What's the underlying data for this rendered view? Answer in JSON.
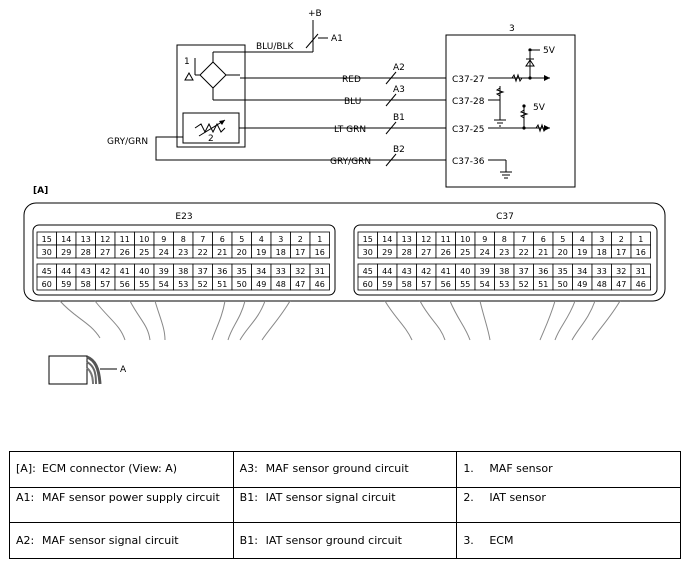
{
  "wires": {
    "plus_b": "+B",
    "blu_blk": "BLU/BLK",
    "a1": "A1",
    "red": "RED",
    "a2": "A2",
    "blu": "BLU",
    "a3": "A3",
    "lt_grn": "LT GRN",
    "b1": "B1",
    "gry_grn_left": "GRY/GRN",
    "gry_grn": "GRY/GRN",
    "b2": "B2"
  },
  "components": {
    "maf_num": "1",
    "iat_num": "2",
    "ecm_num": "3"
  },
  "terminals": {
    "c37_27": "C37-27",
    "c37_28": "C37-28",
    "c37_25": "C37-25",
    "c37_36": "C37-36"
  },
  "power": {
    "v5_top": "5V",
    "v5_bottom": "5V"
  },
  "connector_view": {
    "tag": "[A]",
    "e23_label": "E23",
    "c37_label": "C37",
    "row1": [
      "15",
      "14",
      "13",
      "12",
      "11",
      "10",
      "9",
      "8",
      "7",
      "6",
      "5",
      "4",
      "3",
      "2",
      "1"
    ],
    "row2": [
      "30",
      "29",
      "28",
      "27",
      "26",
      "25",
      "24",
      "23",
      "22",
      "21",
      "20",
      "19",
      "18",
      "17",
      "16"
    ],
    "row3": [
      "45",
      "44",
      "43",
      "42",
      "41",
      "40",
      "39",
      "38",
      "37",
      "36",
      "35",
      "34",
      "33",
      "32",
      "31"
    ],
    "row4": [
      "60",
      "59",
      "58",
      "57",
      "56",
      "55",
      "54",
      "53",
      "52",
      "51",
      "50",
      "49",
      "48",
      "47",
      "46"
    ],
    "view_arrow_label": "A"
  },
  "legend": [
    [
      {
        "key": "[A]:",
        "text": "ECM connector (View: A)"
      },
      {
        "key": "A3:",
        "text": "MAF sensor ground circuit"
      },
      {
        "key": "1.",
        "text": "MAF sensor"
      }
    ],
    [
      {
        "key": "A1:",
        "text": "MAF sensor power supply circuit"
      },
      {
        "key": "B1:",
        "text": "IAT sensor signal circuit"
      },
      {
        "key": "2.",
        "text": "IAT sensor"
      }
    ],
    [
      {
        "key": "A2:",
        "text": "MAF sensor signal circuit"
      },
      {
        "key": "B1:",
        "text": "IAT sensor ground circuit"
      },
      {
        "key": "3.",
        "text": "ECM"
      }
    ]
  ]
}
